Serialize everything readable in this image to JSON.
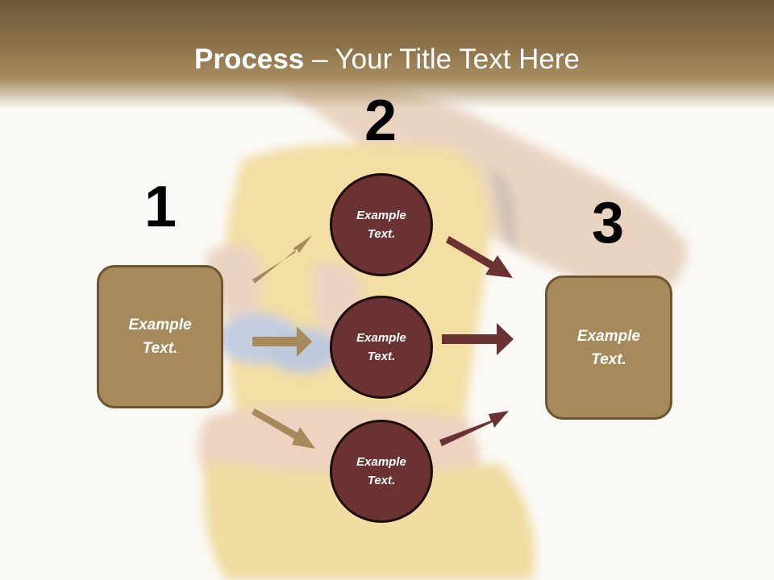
{
  "slide": {
    "title_bold": "Process",
    "title_rest": " – Your Title Text Here"
  },
  "steps": {
    "one": "1",
    "two": "2",
    "three": "3"
  },
  "boxes": {
    "left": "Example\nText.",
    "right": "Example\nText."
  },
  "circles": [
    "Example\nText.",
    "Example\nText.",
    "Example\nText."
  ],
  "colors": {
    "title_band": "#8e744c",
    "box_fill": "#a68a5b",
    "box_border": "#6e5530",
    "circle_fill": "#6a3232",
    "circle_border": "#1c0c0c",
    "arrow_gold": "#a68a5b",
    "arrow_maroon": "#6a3232"
  }
}
